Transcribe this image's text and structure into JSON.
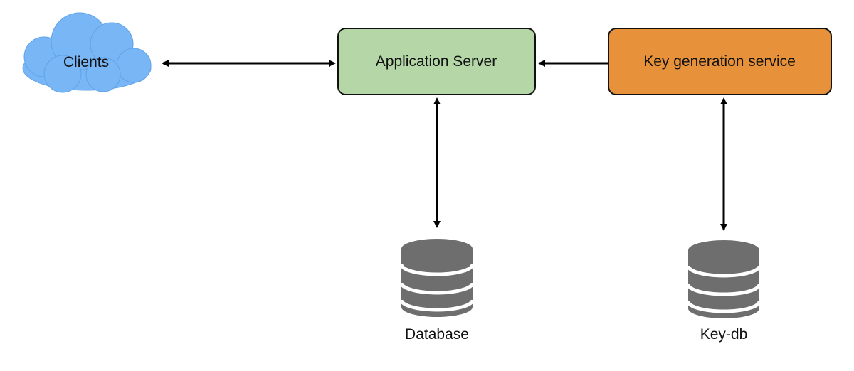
{
  "nodes": {
    "clients": {
      "label": "Clients",
      "color": "#78B6F5"
    },
    "app_server": {
      "label": "Application Server",
      "color": "#B5D7A8"
    },
    "keygen": {
      "label": "Key generation service",
      "color": "#E7923A"
    },
    "database": {
      "label": "Database",
      "color": "#6E6E6E",
      "icon": "database-icon"
    },
    "keydb": {
      "label": "Key-db",
      "color": "#6E6E6E",
      "icon": "database-icon"
    }
  },
  "edges": [
    {
      "from": "clients",
      "to": "app_server",
      "direction": "both"
    },
    {
      "from": "keygen",
      "to": "app_server",
      "direction": "forward"
    },
    {
      "from": "app_server",
      "to": "database",
      "direction": "both"
    },
    {
      "from": "keygen",
      "to": "keydb",
      "direction": "both"
    }
  ]
}
